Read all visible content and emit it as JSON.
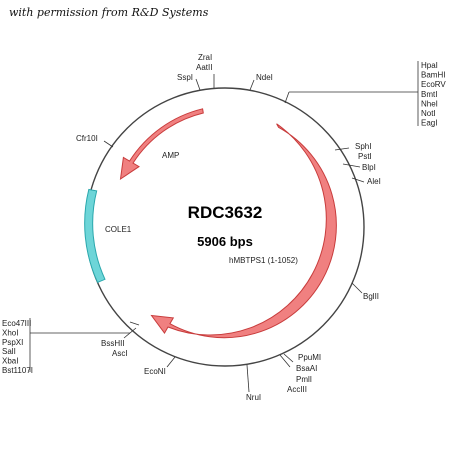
{
  "attribution": "with permission from R&D Systems",
  "plasmid": {
    "name": "RDC3632",
    "size_label": "5906 bps"
  },
  "features": {
    "amp": "AMP",
    "cole1": "COLE1",
    "insert": "hMBTPS1 (1-1052)"
  },
  "sites": {
    "zrai": "ZraI",
    "aatii": "AatII",
    "sspi": "SspI",
    "ndei": "NdeI",
    "cfr10i": "Cfr10I",
    "sphi": "SphI",
    "psti": "PstI",
    "blpi": "BlpI",
    "alei": "AleI",
    "bglii": "BglII",
    "ppumi": "PpuMI",
    "bsaai": "BsaAI",
    "pmli": "PmlI",
    "acciii": "AccIII",
    "nrui": "NruI",
    "econi": "EcoNI",
    "bsshii": "BssHII",
    "asci": "AscI"
  },
  "mcs_right": [
    "HpaI",
    "BamHI",
    "EcoRV",
    "BmtI",
    "NheI",
    "NotI",
    "EagI"
  ],
  "mcs_left": [
    "Eco47III",
    "XhoI",
    "PspXI",
    "SalI",
    "XbaI",
    "Bst1107I"
  ],
  "colors": {
    "insert_fill": "#f08080",
    "insert_stroke": "#c83c3c",
    "cole1_fill": "#6dd5d8",
    "cole1_stroke": "#2aa8ad",
    "backbone": "#444444"
  }
}
